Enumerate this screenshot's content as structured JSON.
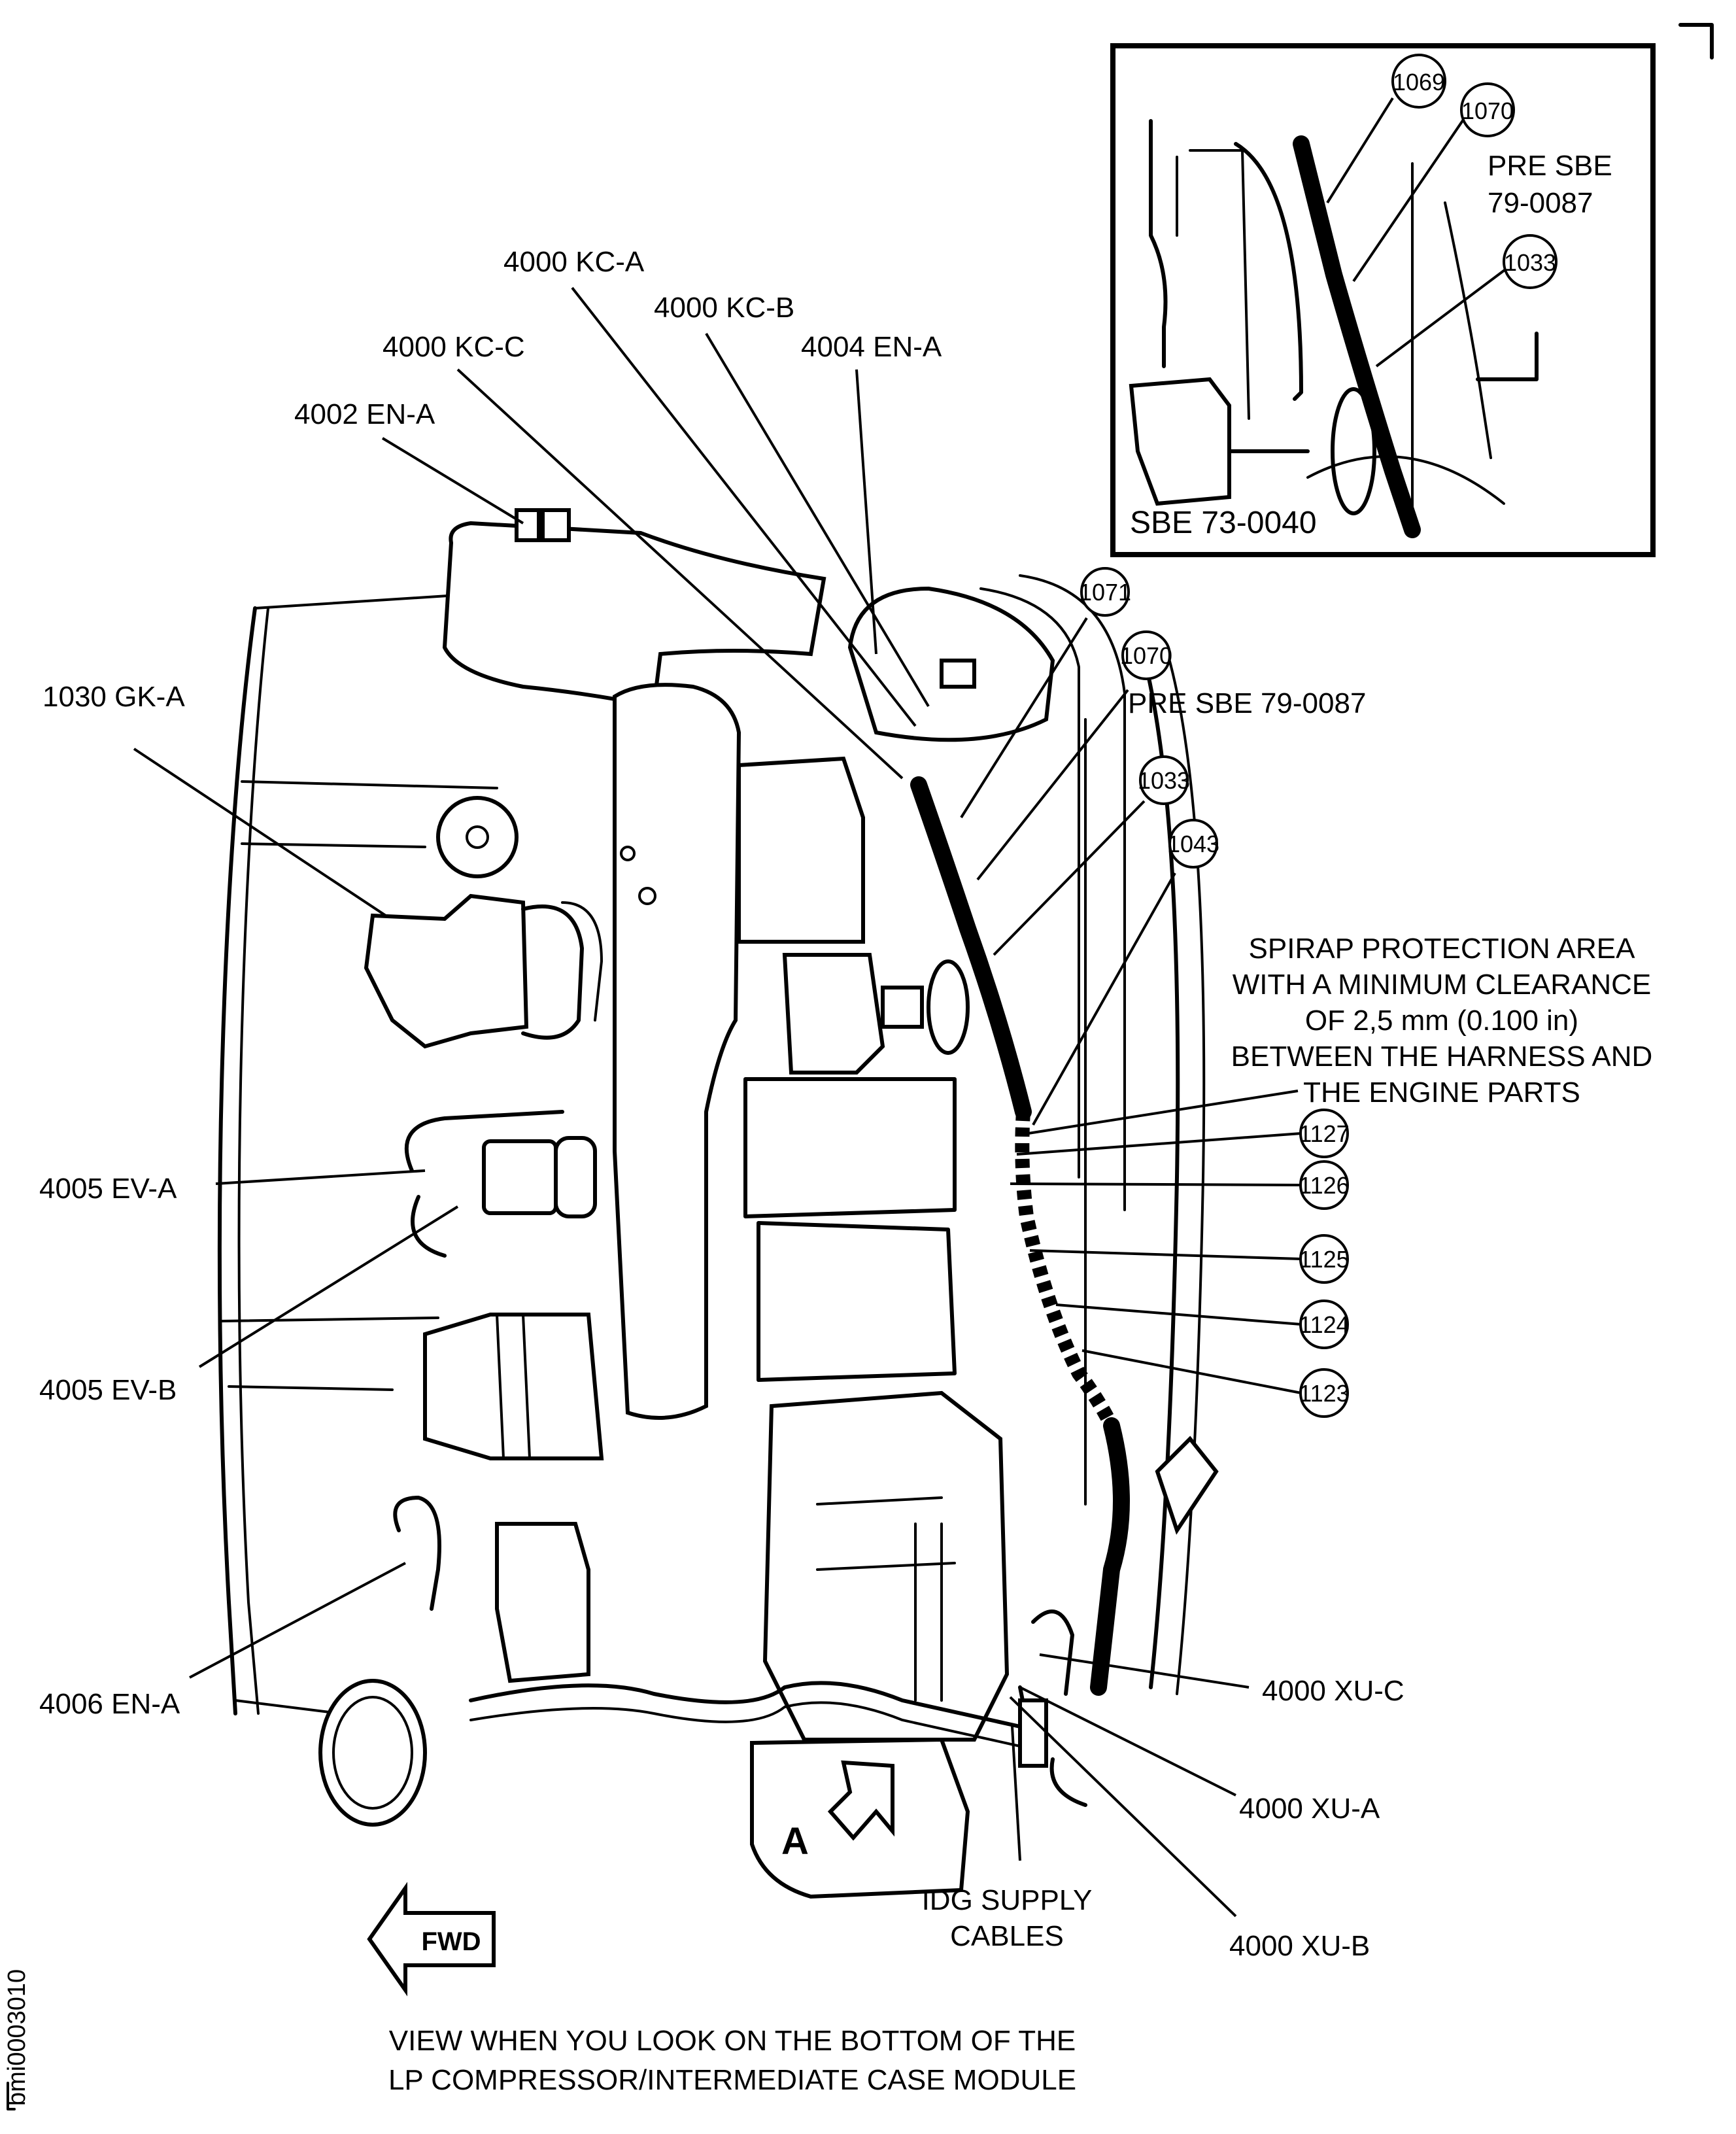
{
  "figure": {
    "id_code": "bmi0003010",
    "caption_lines": [
      "VIEW WHEN YOU LOOK ON THE BOTTOM OF THE",
      "LP COMPRESSOR/INTERMEDIATE CASE MODULE"
    ],
    "fwd_arrow_label": "FWD",
    "view_marker": "A"
  },
  "inset": {
    "title": "SBE 73-0040",
    "callouts": [
      {
        "number": "1069"
      },
      {
        "number": "1070",
        "note_lines": [
          "PRE SBE",
          "79-0087"
        ]
      },
      {
        "number": "1033"
      }
    ]
  },
  "labels": {
    "top": [
      {
        "text": "4000 KC-A"
      },
      {
        "text": "4000 KC-B"
      },
      {
        "text": "4000 KC-C"
      },
      {
        "text": "4004 EN-A"
      },
      {
        "text": "4002 EN-A"
      }
    ],
    "left": [
      {
        "text": "1030 GK-A"
      },
      {
        "text": "4005 EV-A"
      },
      {
        "text": "4005 EV-B"
      },
      {
        "text": "4006 EN-A"
      }
    ],
    "bottom_right": [
      {
        "text": "4000 XU-C"
      },
      {
        "text": "4000 XU-A"
      },
      {
        "text": "4000 XU-B"
      }
    ],
    "idg": [
      "IDG SUPPLY",
      "CABLES"
    ]
  },
  "callouts_main": [
    {
      "number": "1071"
    },
    {
      "number": "1070",
      "note": "PRE SBE 79-0087"
    },
    {
      "number": "1033"
    },
    {
      "number": "1043"
    },
    {
      "number": "1127"
    },
    {
      "number": "1126"
    },
    {
      "number": "1125"
    },
    {
      "number": "1124"
    },
    {
      "number": "1123"
    }
  ],
  "spirap_note": [
    "SPIRAP PROTECTION AREA",
    "WITH A MINIMUM CLEARANCE",
    "OF 2,5 mm (0.100 in)",
    "BETWEEN THE HARNESS AND",
    "THE ENGINE PARTS"
  ]
}
